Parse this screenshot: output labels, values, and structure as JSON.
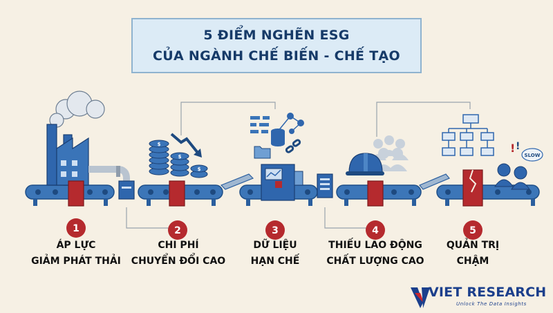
{
  "title": {
    "line1": "5 ĐIỂM NGHẼN ESG",
    "line2": "CỦA NGÀNH CHẾ BIẾN - CHẾ TẠO"
  },
  "steps": [
    {
      "number": "1",
      "line1": "ÁP LỰC",
      "line2": "GIẢM PHÁT THẢI"
    },
    {
      "number": "2",
      "line1": "CHI PHÍ",
      "line2": "CHUYỂN ĐỔI CAO"
    },
    {
      "number": "3",
      "line1": "DỮ LIỆU",
      "line2": "HẠN CHẾ"
    },
    {
      "number": "4",
      "line1": "THIẾU LAO ĐỘNG",
      "line2": "CHẤT LƯỢNG CAO"
    },
    {
      "number": "5",
      "line1": "QUẢN TRỊ",
      "line2": "CHẬM"
    }
  ],
  "decor": {
    "slow_bubble": "SLOW",
    "coin_symbol": "$"
  },
  "brand": {
    "name": "VIET RESEARCH",
    "tagline": "Unlock The Data Insights"
  },
  "colors": {
    "accent_red": "#b52a2e",
    "brand_blue": "#1b3f8c",
    "machine_blue": "#2f66ad",
    "title_bg": "#dcebf6"
  }
}
